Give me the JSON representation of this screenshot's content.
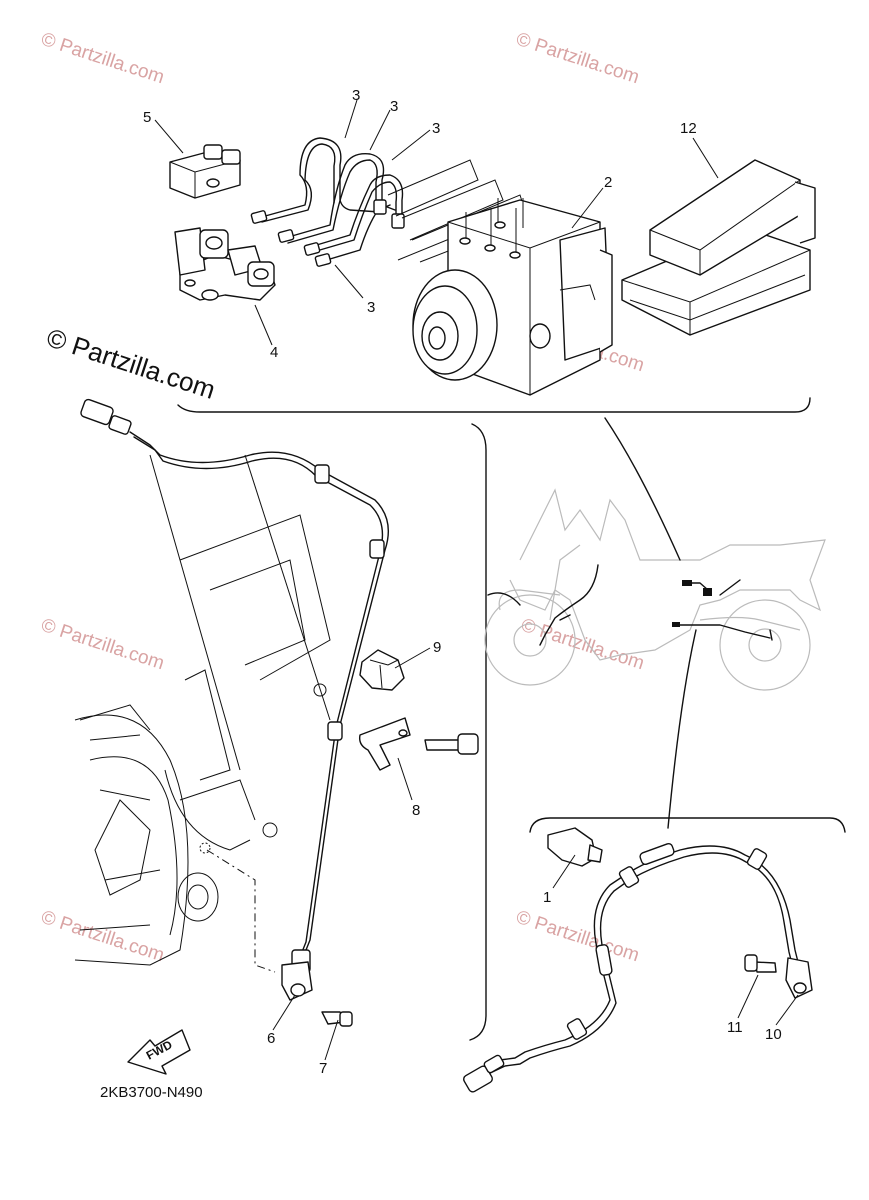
{
  "diagram_code": "2KB3700-N490",
  "fwd_label": "FWD",
  "watermark": {
    "text": "© Partzilla.com",
    "main_text": "© Partzilla.com"
  },
  "callouts": {
    "c1": "1",
    "c2": "2",
    "c3a": "3",
    "c3b": "3",
    "c3c": "3",
    "c3d": "3",
    "c4": "4",
    "c5": "5",
    "c6": "6",
    "c7": "7",
    "c8": "8",
    "c9": "9",
    "c10": "10",
    "c11": "11",
    "c12": "12"
  },
  "colors": {
    "line": "#111111",
    "watermark": "#d9a3a3",
    "ghost": "#bbbbbb"
  }
}
